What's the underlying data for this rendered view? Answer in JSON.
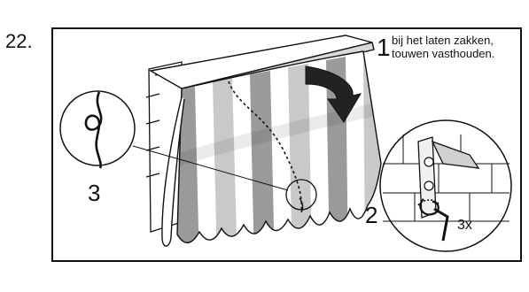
{
  "step": {
    "number": "22."
  },
  "callouts": {
    "one": {
      "number": "1",
      "text_line1": "bij het laten zakken,",
      "text_line2": "touwen vasthouden."
    },
    "two": {
      "number": "2",
      "count": "3x"
    },
    "three": {
      "number": "3"
    }
  },
  "colors": {
    "stripe_dark": "#9a9a9a",
    "stripe_mid": "#c9c9c9",
    "stripe_light": "#ffffff",
    "line": "#111111"
  }
}
